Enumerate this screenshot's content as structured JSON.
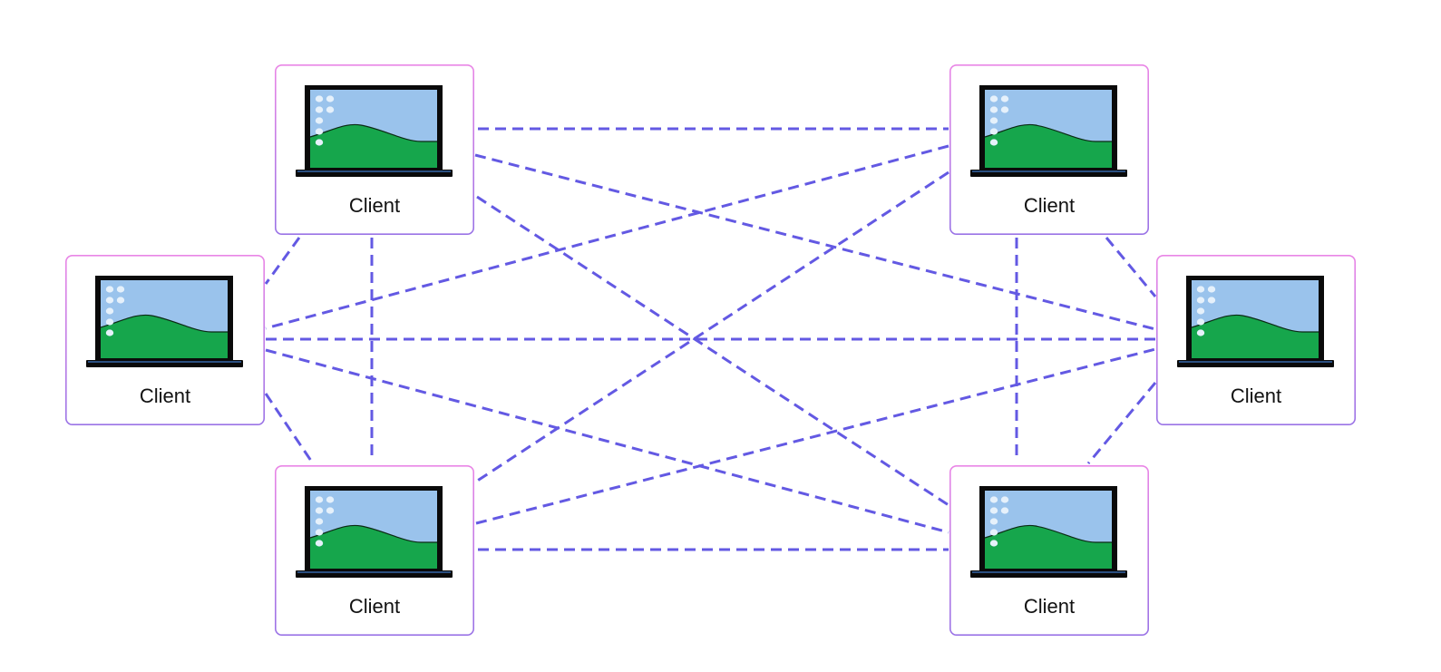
{
  "colors": {
    "connection": "#6359e3",
    "box_border_top": "#e986e6",
    "box_border_bottom": "#9a73e6",
    "screen_sky": "#9ac3ec",
    "screen_hill": "#16a64c",
    "laptop_body": "#0a0a0a",
    "laptop_base_accent": "#2b4f80",
    "screen_dots": "#e6f1fb",
    "label_text": "#111111",
    "background": "#ffffff"
  },
  "nodes": [
    {
      "id": "top-left",
      "label": "Client",
      "icon": "laptop-icon"
    },
    {
      "id": "top-right",
      "label": "Client",
      "icon": "laptop-icon"
    },
    {
      "id": "middle-left",
      "label": "Client",
      "icon": "laptop-icon"
    },
    {
      "id": "middle-right",
      "label": "Client",
      "icon": "laptop-icon"
    },
    {
      "id": "bottom-left",
      "label": "Client",
      "icon": "laptop-icon"
    },
    {
      "id": "bottom-right",
      "label": "Client",
      "icon": "laptop-icon"
    }
  ],
  "connections": [
    {
      "from": "top-left",
      "to": "top-right"
    },
    {
      "from": "top-left",
      "to": "middle-right"
    },
    {
      "from": "top-left",
      "to": "bottom-right"
    },
    {
      "from": "top-left",
      "to": "middle-left"
    },
    {
      "from": "top-left",
      "to": "bottom-left"
    },
    {
      "from": "top-right",
      "to": "middle-left"
    },
    {
      "from": "top-right",
      "to": "bottom-left"
    },
    {
      "from": "top-right",
      "to": "middle-right"
    },
    {
      "from": "top-right",
      "to": "bottom-right"
    },
    {
      "from": "middle-left",
      "to": "middle-right"
    },
    {
      "from": "middle-left",
      "to": "bottom-right"
    },
    {
      "from": "middle-left",
      "to": "bottom-left"
    },
    {
      "from": "bottom-left",
      "to": "middle-right"
    },
    {
      "from": "bottom-left",
      "to": "bottom-right"
    },
    {
      "from": "middle-right",
      "to": "bottom-right"
    }
  ]
}
